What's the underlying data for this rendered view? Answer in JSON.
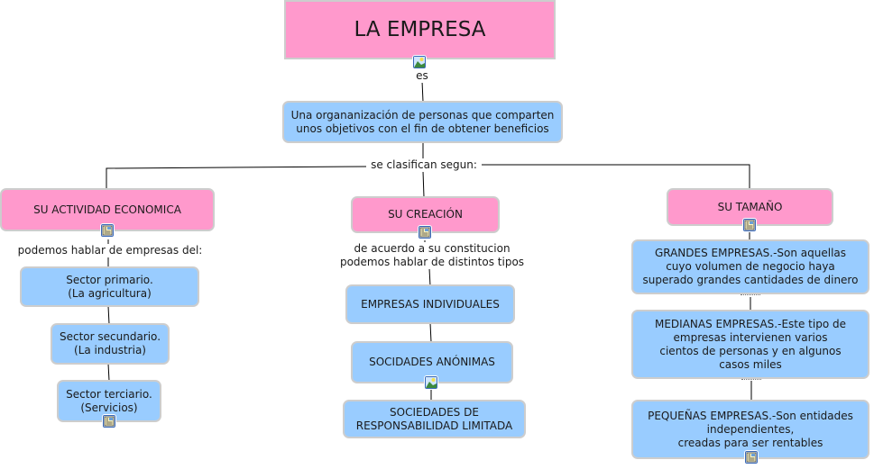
{
  "concept_map": {
    "root": {
      "label": "LA EMPRESA",
      "color": "#ff99cc"
    },
    "root_link": "es",
    "definition": "Una organanización de personas que comparten\n unos objetivos con el fin de obtener beneficios",
    "classification_link": "se clasifican segun:",
    "branches": [
      {
        "title": "SU ACTIVIDAD ECONOMICA",
        "link": "podemos hablar de empresas del:",
        "items": [
          "Sector primario.\n(La agricultura)",
          "Sector secundario.\n(La industria)",
          "Sector terciario.\n(Servicios)"
        ]
      },
      {
        "title": "SU CREACIÓN",
        "link": "de acuerdo a su constitucion\npodemos hablar de distintos tipos",
        "items": [
          "EMPRESAS INDIVIDUALES",
          "SOCIDADES ANÓNIMAS",
          "SOCIEDADES DE\nRESPONSABILIDAD LIMITADA"
        ]
      },
      {
        "title": "SU TAMAÑO",
        "items": [
          "GRANDES EMPRESAS.-Son aquellas\ncuyo volumen de negocio haya\nsuperado grandes cantidades de dinero",
          "MEDIANAS EMPRESAS.-Este tipo de\nempresas intervienen varios\n cientos de personas y en algunos\ncasos miles",
          "PEQUEÑAS EMPRESAS.-Son entidades\nindependientes,\ncreadas para ser rentables"
        ]
      }
    ],
    "icons": {
      "image": "image-resource-icon",
      "document": "document-resource-icon"
    },
    "colors": {
      "category_fill": "#ff99cc",
      "concept_fill": "#99ccff",
      "border": "#cdcdcd",
      "line": "#000000"
    }
  }
}
